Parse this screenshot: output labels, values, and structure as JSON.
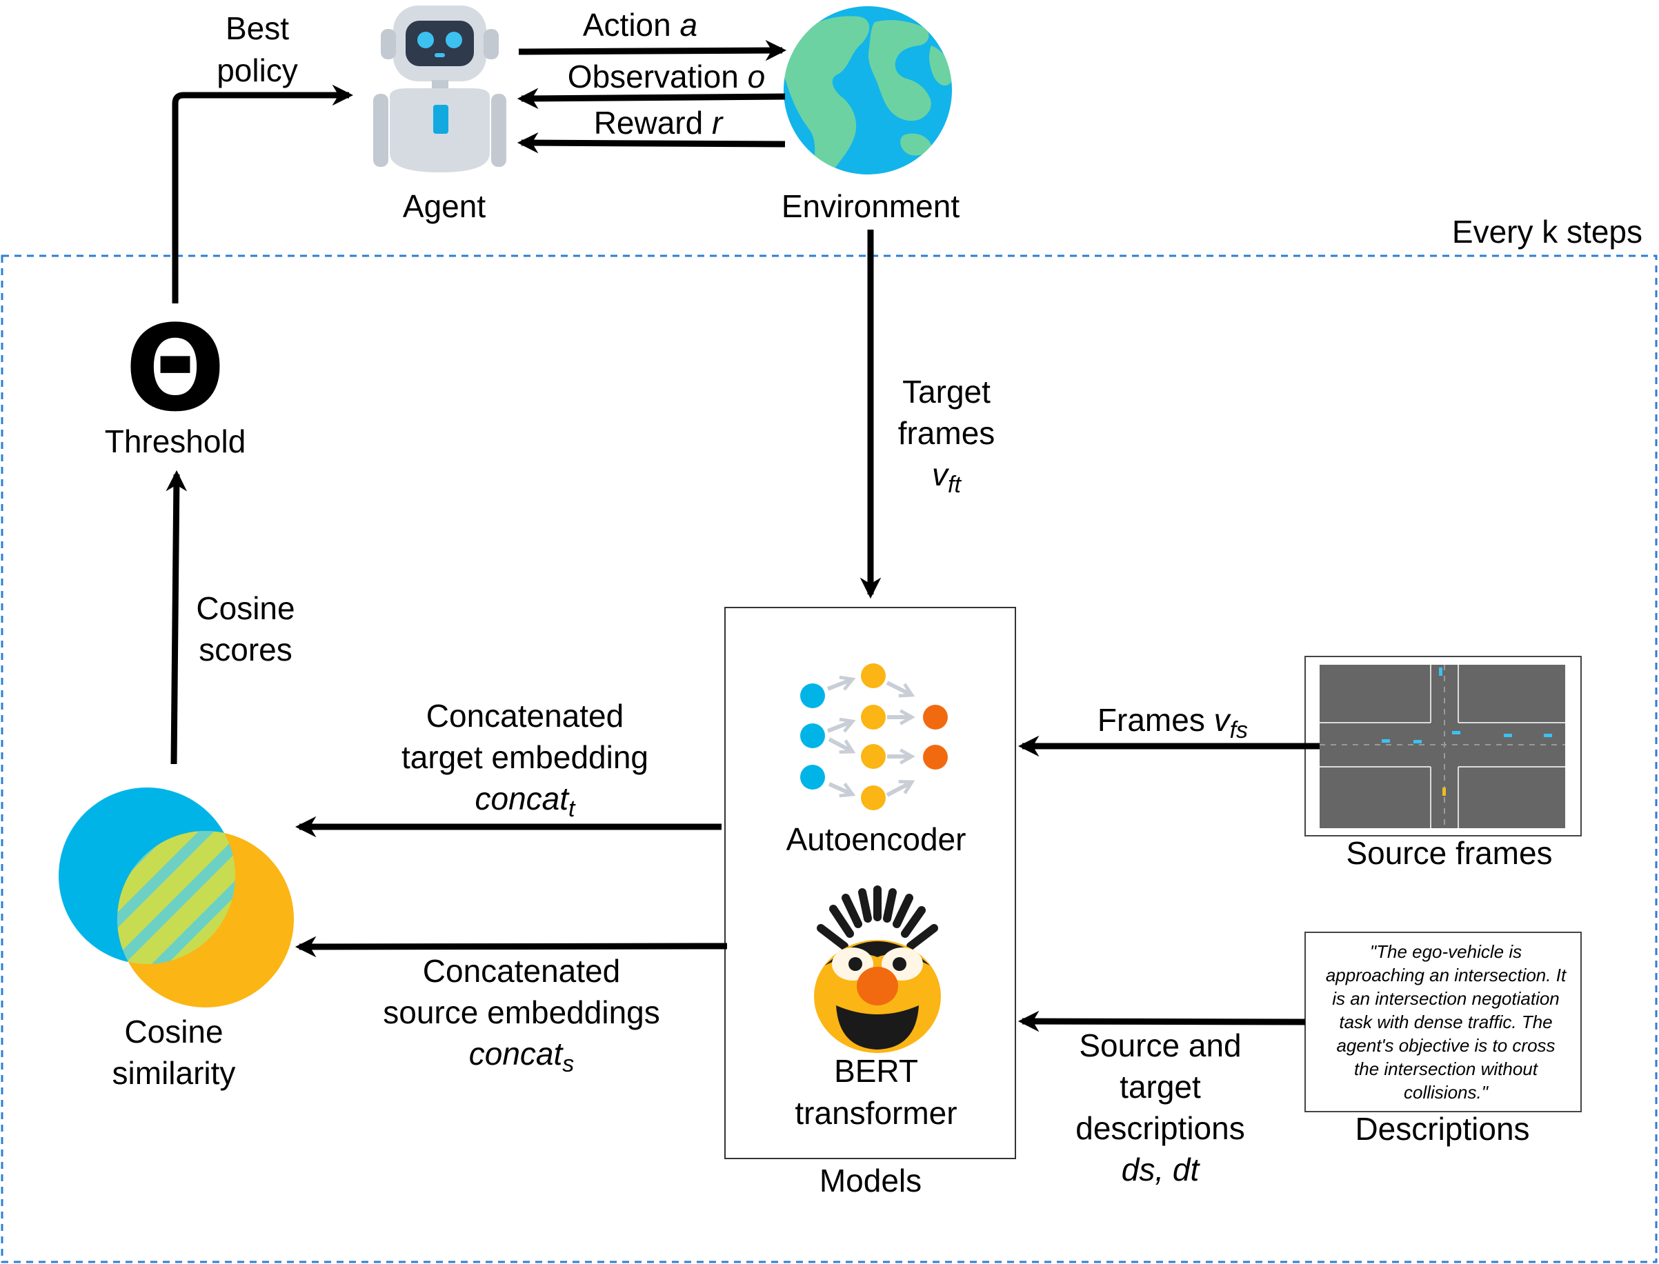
{
  "top": {
    "agent_label": "Agent",
    "environment_label": "Environment",
    "action_label": "Action ",
    "action_var": "a",
    "observation_label": "Observation ",
    "observation_var": "o",
    "reward_label": "Reward ",
    "reward_var": "r",
    "best_policy_line1": "Best",
    "best_policy_line2": "policy"
  },
  "region": {
    "every_k_label": "Every k steps"
  },
  "threshold": {
    "symbol": "Θ",
    "label": "Threshold"
  },
  "cosine": {
    "scores_line1": "Cosine",
    "scores_line2": "scores",
    "similarity_line1": "Cosine",
    "similarity_line2": "similarity"
  },
  "target_frames": {
    "line1": "Target",
    "line2": "frames",
    "var": "v",
    "var_sub": "ft"
  },
  "models": {
    "autoencoder_label": "Autoencoder",
    "bert_line1": "BERT",
    "bert_line2": "transformer",
    "box_label": "Models"
  },
  "concat_target": {
    "line1": "Concatenated",
    "line2": "target embedding",
    "var": "concat",
    "var_sub": "t"
  },
  "concat_source": {
    "line1": "Concatenated",
    "line2": "source embeddings",
    "var": "concat",
    "var_sub": "s"
  },
  "frames_in": {
    "label": "Frames ",
    "var": "v",
    "var_sub": "fs"
  },
  "source_frames": {
    "label": "Source frames"
  },
  "descriptions": {
    "quote_lines": [
      "\"The ego-vehicle is",
      "approaching an intersection. It",
      "is an intersection negotiation",
      "task with dense traffic. The",
      "agent's objective is to cross",
      "the intersection without",
      "collisions.\""
    ],
    "label": "Descriptions",
    "edge_line1": "Source and",
    "edge_line2": "target",
    "edge_line3": "descriptions",
    "edge_vars": "ds, dt"
  },
  "colors": {
    "dashed_border": "#2a7fd4",
    "cyan": "#00b4e8",
    "yellow": "#fbb514",
    "orange": "#f26a10",
    "overlap": "#c8dc52",
    "stripe": "#6cd0c4",
    "globe_ocean": "#12b4ea",
    "globe_land": "#6dd2a2",
    "robot_body": "#d6dbe2",
    "robot_face": "#2f3a4d",
    "road": "#666666"
  }
}
